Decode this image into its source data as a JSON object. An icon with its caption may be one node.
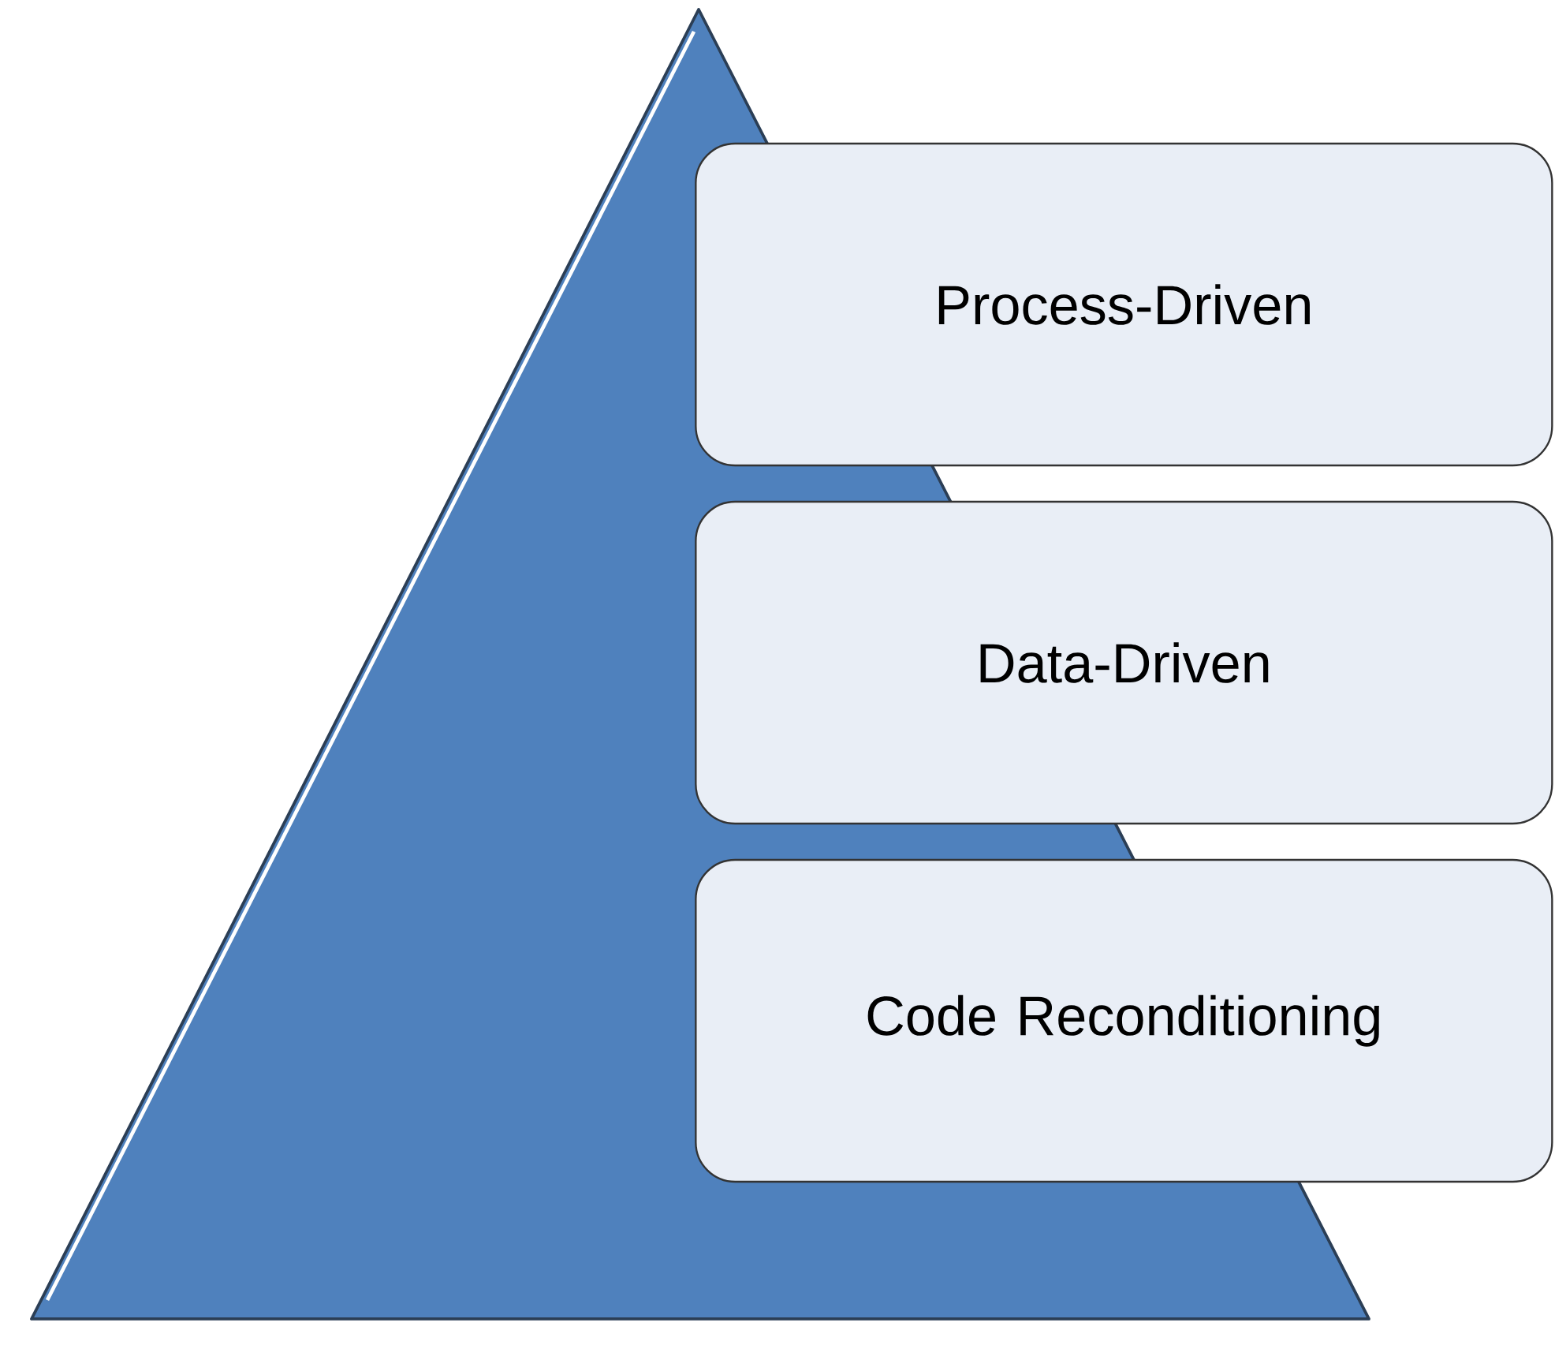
{
  "diagram": {
    "nodes": [
      {
        "text": [],
        "shape": "triangle"
      },
      {
        "text": [
          "Process-Driven"
        ]
      },
      {
        "text": [
          "Data-Driven"
        ]
      },
      {
        "text": [
          "Code Reconditioning"
        ]
      }
    ]
  }
}
